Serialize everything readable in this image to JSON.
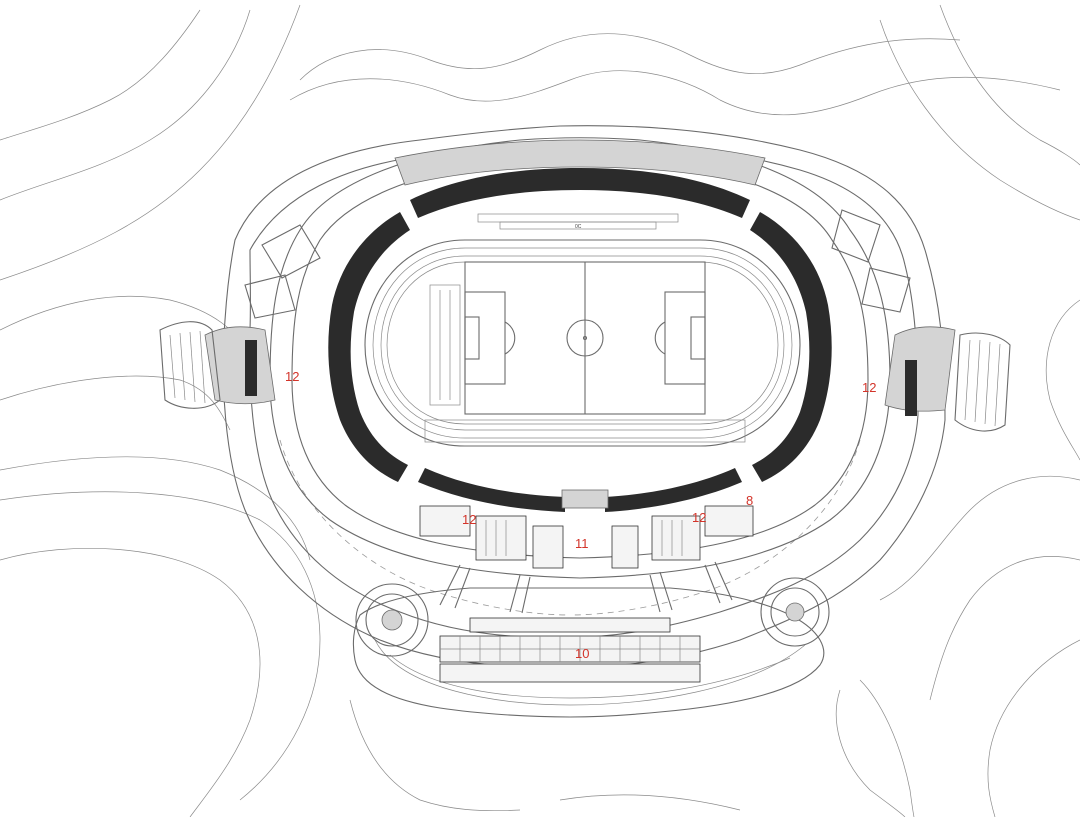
{
  "plan_labels": {
    "west_concourse": "12",
    "east_concourse": "12",
    "south_left_block": "12",
    "south_right_block": "12",
    "south_corner": "8",
    "south_center": "11",
    "front_building": "10"
  },
  "scoreboard_text": "0C",
  "colors": {
    "label": "#d3342a",
    "line": "#6b6b6b",
    "seating": "#2b2b2b"
  }
}
